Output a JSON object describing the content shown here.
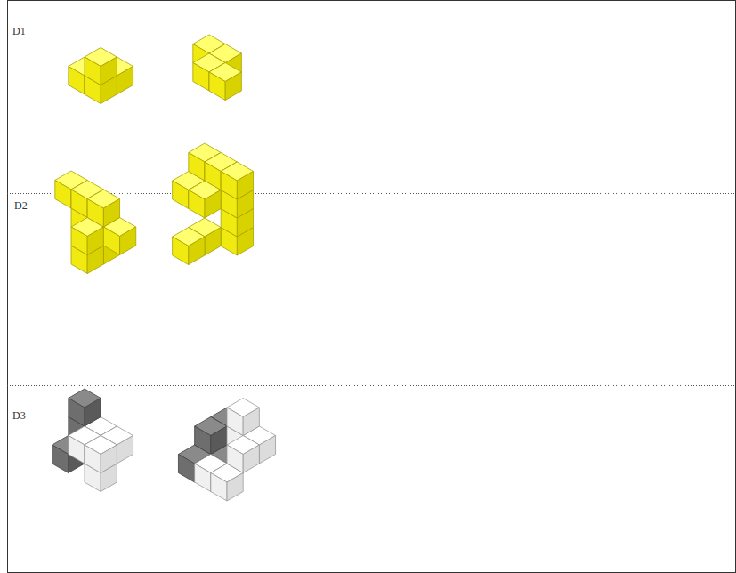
{
  "diagram": {
    "labels": [
      "D1",
      "D2",
      "D3"
    ]
  }
}
